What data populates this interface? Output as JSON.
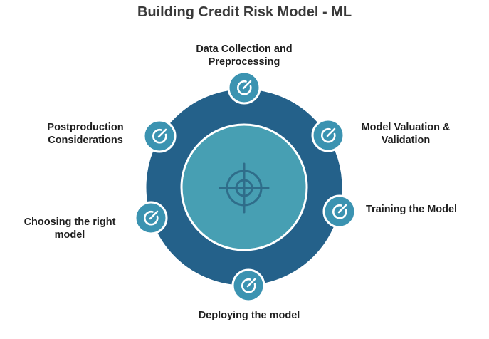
{
  "title": "Building Credit Risk Model - ML",
  "center_icon": "crosshair-target-icon",
  "node_icon": "refresh-arrow-icon",
  "colors": {
    "outer_ring": "#24618a",
    "inner_circle": "#479fb3",
    "node_fill": "#3b93b1",
    "crosshair": "#2f6d8a",
    "title_text": "#3a3a3a"
  },
  "steps": [
    {
      "line1": "Data Collection and",
      "line2": "Preprocessing"
    },
    {
      "line1": "Model Valuation &",
      "line2": "Validation"
    },
    {
      "line1": "Training the Model",
      "line2": ""
    },
    {
      "line1": "Deploying the model",
      "line2": ""
    },
    {
      "line1": "Choosing the right",
      "line2": "model"
    },
    {
      "line1": "Postproduction",
      "line2": "Considerations"
    }
  ]
}
